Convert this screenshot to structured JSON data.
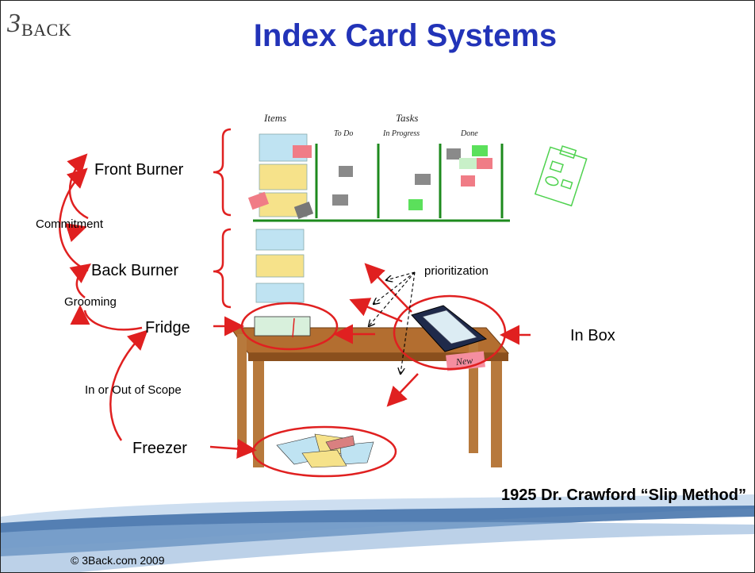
{
  "logo": {
    "mark": "3",
    "text": "BACK"
  },
  "title": "Index Card Systems",
  "board": {
    "items_header": "Items",
    "tasks_header": "Tasks",
    "columns": [
      "To Do",
      "In Progress",
      "Done"
    ]
  },
  "labels": {
    "front_burner": "Front Burner",
    "commitment": "Commitment",
    "back_burner": "Back Burner",
    "grooming": "Grooming",
    "fridge": "Fridge",
    "in_or_out_of_scope": "In or Out of Scope",
    "freezer": "Freezer",
    "prioritization": "prioritization",
    "in_box": "In Box",
    "new_tag": "New"
  },
  "quote": "1925 Dr. Crawford “Slip Method”",
  "footer": "© 3Back.com 2009",
  "colors": {
    "title": "#2233b8",
    "arrow": "#e02020",
    "board_line": "#1d8a1d",
    "table_wood": "#a0622a"
  }
}
